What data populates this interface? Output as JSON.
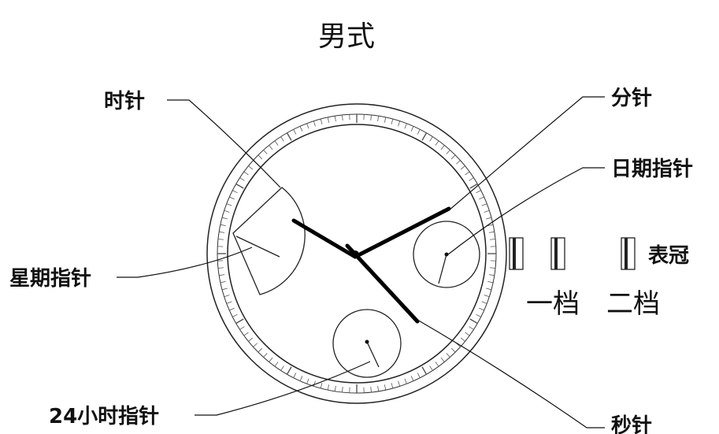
{
  "title": "男式",
  "labels": {
    "hour_hand": "时针",
    "minute_hand": "分针",
    "date_hand": "日期指针",
    "weekday_hand": "星期指针",
    "hour24_hand": "24小时指针",
    "second_hand": "秒针",
    "crown": "表冠",
    "position_one": "一档",
    "position_two": "二档"
  },
  "colors": {
    "line": "#111111",
    "bezel": "#333333",
    "background": "#ffffff"
  }
}
